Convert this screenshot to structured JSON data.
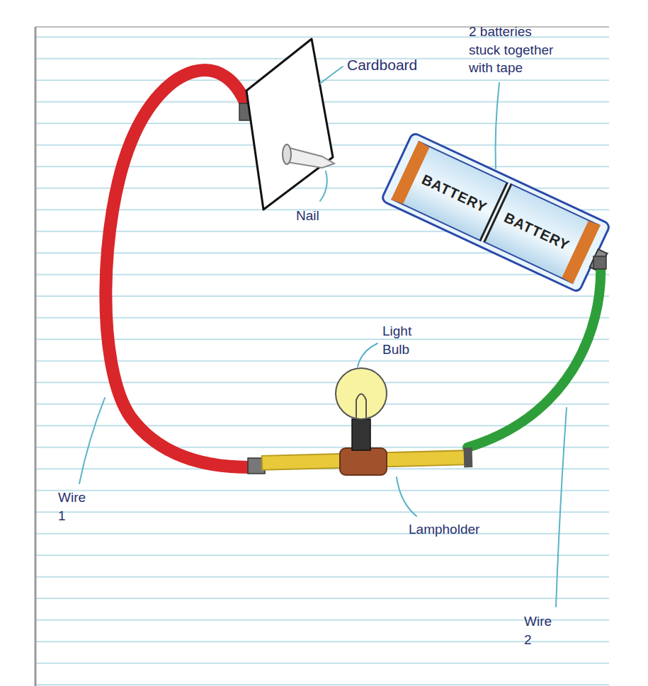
{
  "diagram": {
    "nodes": [
      {
        "text": [
          "BATTERY"
        ]
      },
      {
        "text": [
          "BATTERY"
        ]
      }
    ],
    "labels": [
      "Cardboard",
      "2 batteries stuck together with tape",
      "Nail",
      "Light Bulb",
      "Lampholder",
      "Wire 1",
      "Wire 2"
    ]
  }
}
